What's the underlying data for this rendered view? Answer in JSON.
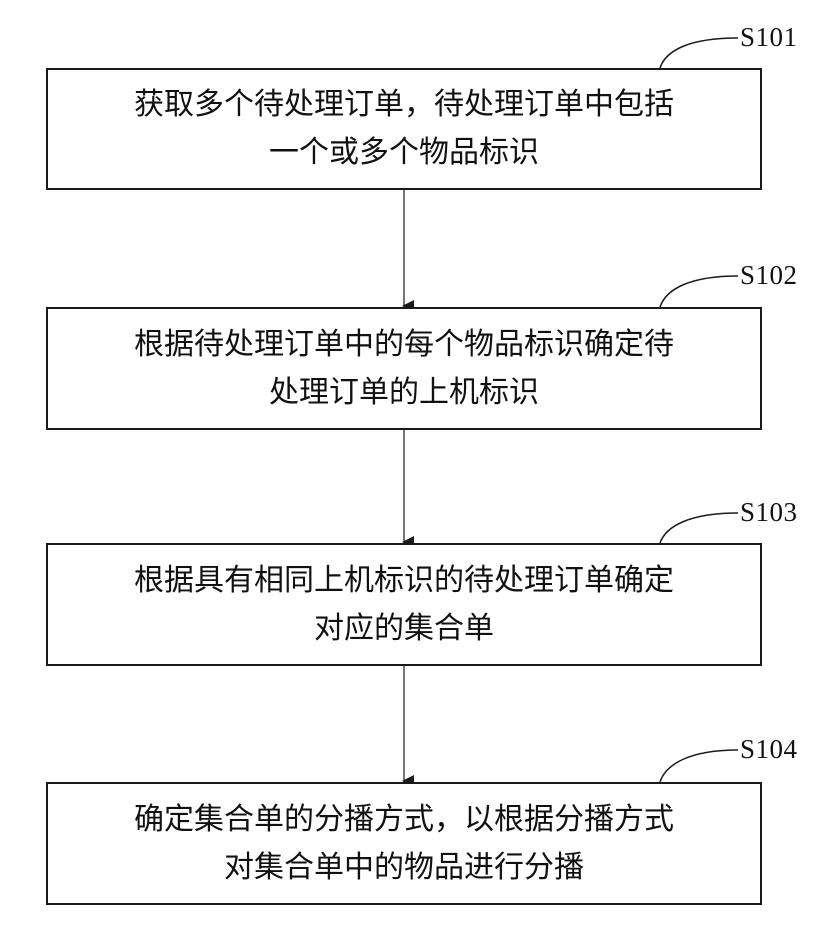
{
  "steps": [
    {
      "id": "S101",
      "line1": "获取多个待处理订单，待处理订单中包括",
      "line2": "一个或多个物品标识"
    },
    {
      "id": "S102",
      "line1": "根据待处理订单中的每个物品标识确定待",
      "line2": "处理订单的上机标识"
    },
    {
      "id": "S103",
      "line1": "根据具有相同上机标识的待处理订单确定",
      "line2": "对应的集合单"
    },
    {
      "id": "S104",
      "line1": "确定集合单的分播方式，以根据分播方式",
      "line2": "对集合单中的物品进行分播"
    }
  ]
}
